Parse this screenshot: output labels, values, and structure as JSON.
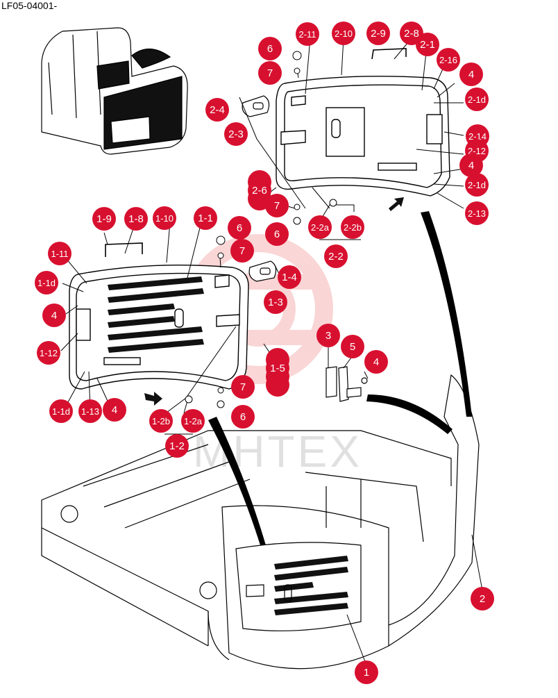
{
  "doc_code": "LF05-04001-",
  "watermark": "MHTEX",
  "colors": {
    "callout": "#d8102f",
    "callout_text": "#ffffff",
    "line": "#000000",
    "watermark": "#f3b6b6"
  },
  "callouts": [
    {
      "id": "c-2-11",
      "label": "2-11"
    },
    {
      "id": "c-2-10",
      "label": "2-10"
    },
    {
      "id": "c-2-9",
      "label": "2-9"
    },
    {
      "id": "c-2-8",
      "label": "2-8"
    },
    {
      "id": "c-2-1",
      "label": "2-1"
    },
    {
      "id": "c-2-16",
      "label": "2-16"
    },
    {
      "id": "c-4-a",
      "label": "4"
    },
    {
      "id": "c-2-1d-a",
      "label": "2-1d"
    },
    {
      "id": "c-2-14",
      "label": "2-14"
    },
    {
      "id": "c-2-12",
      "label": "2-12"
    },
    {
      "id": "c-4-b",
      "label": "4"
    },
    {
      "id": "c-2-1d-b",
      "label": "2-1d"
    },
    {
      "id": "c-2-13",
      "label": "2-13"
    },
    {
      "id": "c-6-a",
      "label": "6"
    },
    {
      "id": "c-7-a",
      "label": "7"
    },
    {
      "id": "c-2-4",
      "label": "2-4"
    },
    {
      "id": "c-2-3",
      "label": "2-3"
    },
    {
      "id": "c-2-6",
      "label": "2-6"
    },
    {
      "id": "c-7-b",
      "label": "7"
    },
    {
      "id": "c-6-b",
      "label": "6"
    },
    {
      "id": "c-2-2a",
      "label": "2-2a"
    },
    {
      "id": "c-2-2b",
      "label": "2-2b"
    },
    {
      "id": "c-2-2",
      "label": "2-2"
    },
    {
      "id": "c-1-9",
      "label": "1-9"
    },
    {
      "id": "c-1-8",
      "label": "1-8"
    },
    {
      "id": "c-1-10",
      "label": "1-10"
    },
    {
      "id": "c-1-1",
      "label": "1-1"
    },
    {
      "id": "c-6-c",
      "label": "6"
    },
    {
      "id": "c-7-c",
      "label": "7"
    },
    {
      "id": "c-1-11",
      "label": "1-11"
    },
    {
      "id": "c-1-1d-a",
      "label": "1-1d"
    },
    {
      "id": "c-4-c",
      "label": "4"
    },
    {
      "id": "c-1-4",
      "label": "1-4"
    },
    {
      "id": "c-1-3",
      "label": "1-3"
    },
    {
      "id": "c-1-12",
      "label": "1-12"
    },
    {
      "id": "c-1-5",
      "label": "1-5"
    },
    {
      "id": "c-7-d",
      "label": "7"
    },
    {
      "id": "c-6-d",
      "label": "6"
    },
    {
      "id": "c-1-1d-b",
      "label": "1-1d"
    },
    {
      "id": "c-1-13",
      "label": "1-13"
    },
    {
      "id": "c-4-d",
      "label": "4"
    },
    {
      "id": "c-1-2b",
      "label": "1-2b"
    },
    {
      "id": "c-1-2a",
      "label": "1-2a"
    },
    {
      "id": "c-1-2",
      "label": "1-2"
    },
    {
      "id": "c-3",
      "label": "3"
    },
    {
      "id": "c-5",
      "label": "5"
    },
    {
      "id": "c-4-e",
      "label": "4"
    },
    {
      "id": "c-2",
      "label": "2"
    },
    {
      "id": "c-1",
      "label": "1"
    }
  ]
}
